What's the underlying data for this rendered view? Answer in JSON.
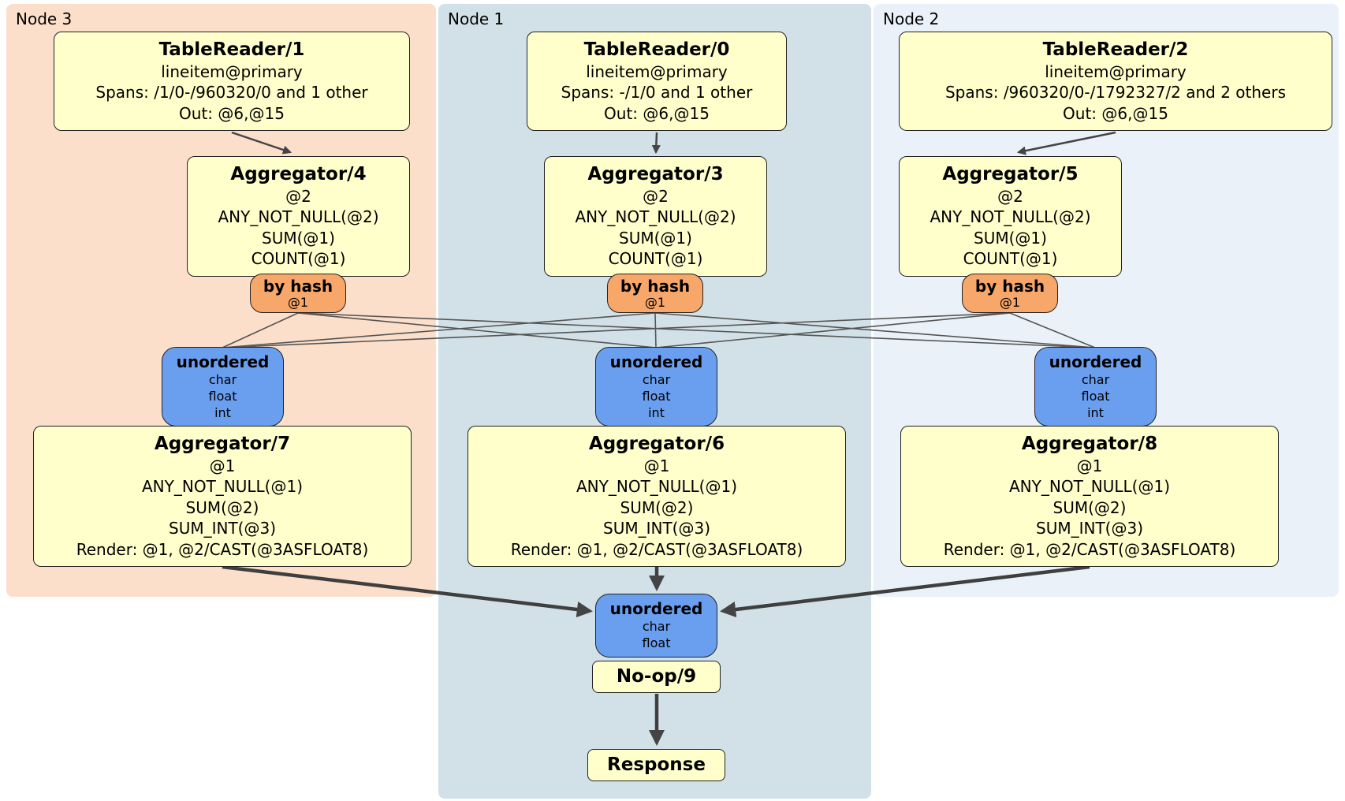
{
  "nodes": {
    "node3": {
      "label": "Node 3",
      "tablereader": {
        "title": "TableReader/1",
        "lines": [
          "lineitem@primary",
          "Spans: /1/0-/960320/0 and 1 other",
          "Out: @6,@15"
        ]
      },
      "aggregator_top": {
        "title": "Aggregator/4",
        "lines": [
          "@2",
          "ANY_NOT_NULL(@2)",
          "SUM(@1)",
          "COUNT(@1)"
        ]
      },
      "router": {
        "title": "by hash",
        "detail": "@1"
      },
      "sync": {
        "title": "unordered",
        "lines": [
          "char",
          "float",
          "int"
        ]
      },
      "aggregator_bottom": {
        "title": "Aggregator/7",
        "lines": [
          "@1",
          "ANY_NOT_NULL(@1)",
          "SUM(@2)",
          "SUM_INT(@3)",
          "Render: @1, @2/CAST(@3ASFLOAT8)"
        ]
      }
    },
    "node1": {
      "label": "Node 1",
      "tablereader": {
        "title": "TableReader/0",
        "lines": [
          "lineitem@primary",
          "Spans: -/1/0 and 1 other",
          "Out: @6,@15"
        ]
      },
      "aggregator_top": {
        "title": "Aggregator/3",
        "lines": [
          "@2",
          "ANY_NOT_NULL(@2)",
          "SUM(@1)",
          "COUNT(@1)"
        ]
      },
      "router": {
        "title": "by hash",
        "detail": "@1"
      },
      "sync": {
        "title": "unordered",
        "lines": [
          "char",
          "float",
          "int"
        ]
      },
      "aggregator_bottom": {
        "title": "Aggregator/6",
        "lines": [
          "@1",
          "ANY_NOT_NULL(@1)",
          "SUM(@2)",
          "SUM_INT(@3)",
          "Render: @1, @2/CAST(@3ASFLOAT8)"
        ]
      }
    },
    "node2": {
      "label": "Node 2",
      "tablereader": {
        "title": "TableReader/2",
        "lines": [
          "lineitem@primary",
          "Spans: /960320/0-/1792327/2 and 2 others",
          "Out: @6,@15"
        ]
      },
      "aggregator_top": {
        "title": "Aggregator/5",
        "lines": [
          "@2",
          "ANY_NOT_NULL(@2)",
          "SUM(@1)",
          "COUNT(@1)"
        ]
      },
      "router": {
        "title": "by hash",
        "detail": "@1"
      },
      "sync": {
        "title": "unordered",
        "lines": [
          "char",
          "float",
          "int"
        ]
      },
      "aggregator_bottom": {
        "title": "Aggregator/8",
        "lines": [
          "@1",
          "ANY_NOT_NULL(@1)",
          "SUM(@2)",
          "SUM_INT(@3)",
          "Render: @1, @2/CAST(@3ASFLOAT8)"
        ]
      }
    }
  },
  "output": {
    "sync": {
      "title": "unordered",
      "lines": [
        "char",
        "float"
      ]
    },
    "noop": {
      "title": "No-op/9"
    },
    "response": {
      "title": "Response"
    }
  },
  "colors": {
    "node3_bg": "#fbdfcb",
    "node1_bg": "#d2e1e8",
    "node2_bg": "#eaf1f9",
    "processor_bg": "#ffffcc",
    "router_bg": "#f7a76a",
    "sync_bg": "#6a9ff0",
    "edge": "#444444"
  }
}
